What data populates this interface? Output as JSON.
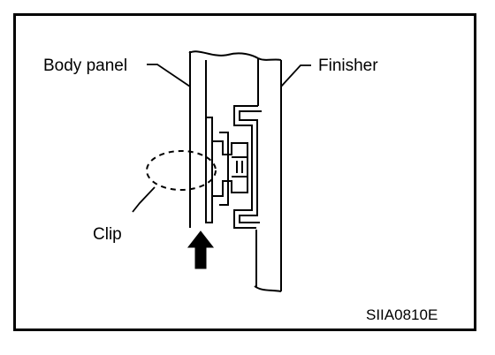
{
  "labels": {
    "body_panel": "Body panel",
    "finisher": "Finisher",
    "clip": "Clip",
    "figure_code": "SIIA0810E"
  },
  "colors": {
    "line": "#000000",
    "background": "#ffffff"
  },
  "icons": {
    "arrow": "up-arrow-icon"
  }
}
